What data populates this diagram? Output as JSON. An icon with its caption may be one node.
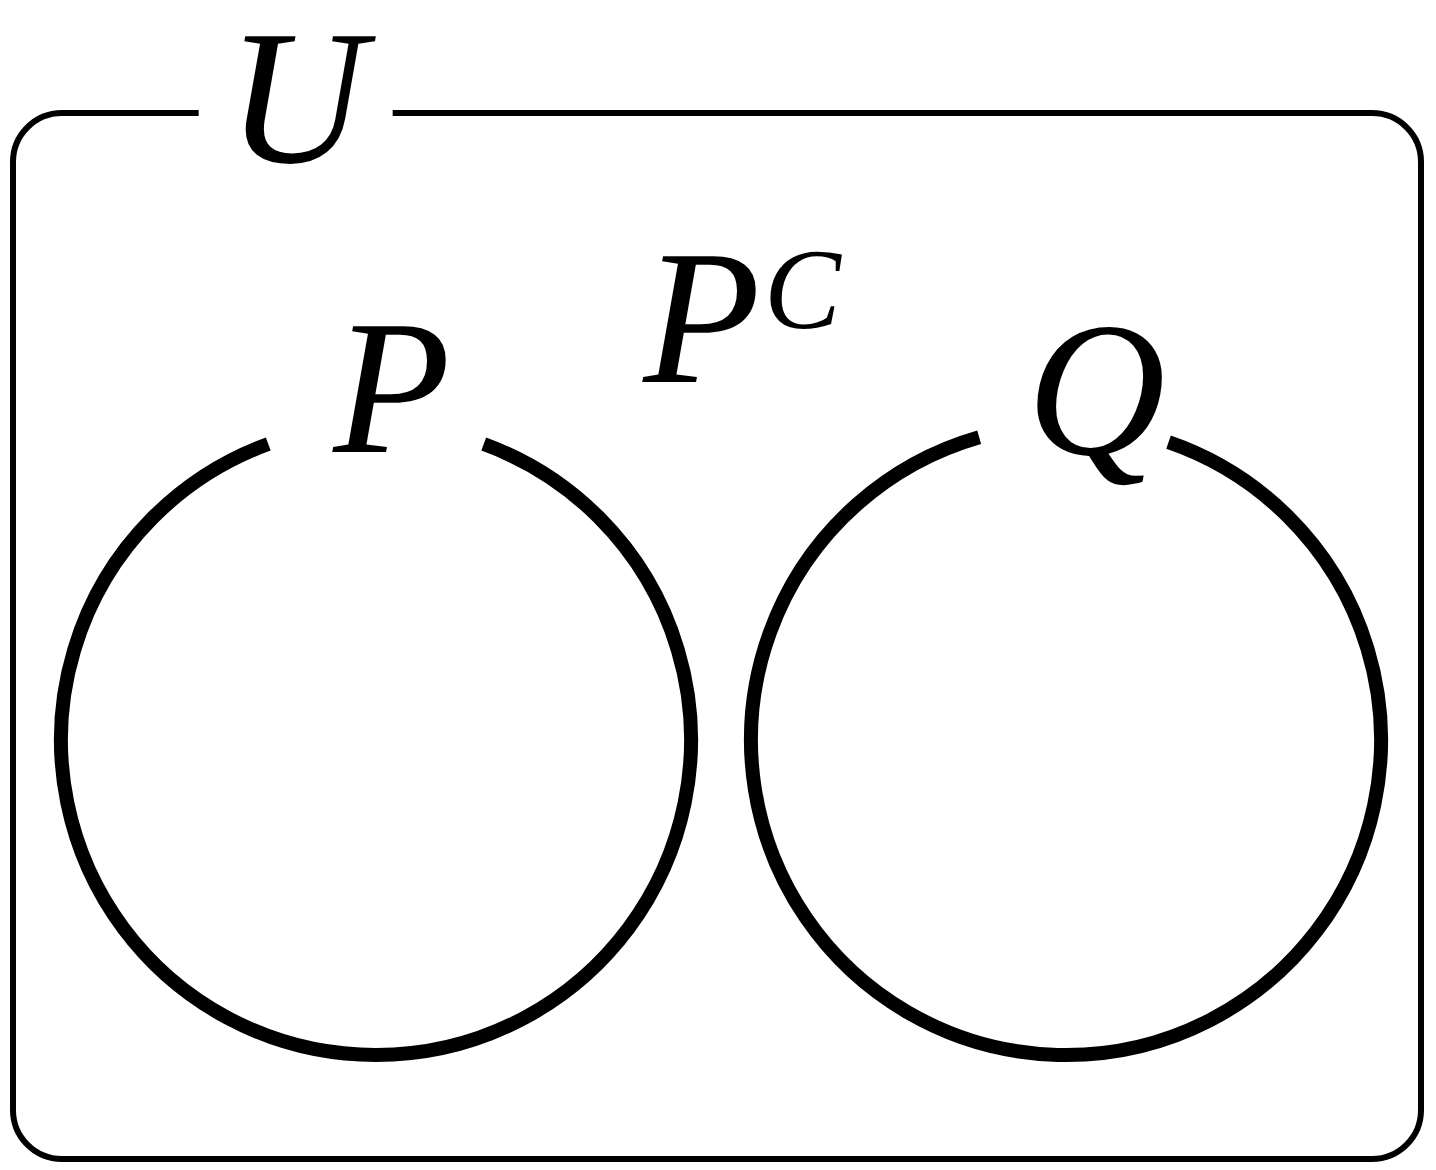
{
  "diagram": {
    "nodes": [
      {
        "text": [
          "U"
        ]
      },
      {
        "text": [
          "P"
        ],
        "in": 0
      },
      {
        "text": [
          "Q"
        ],
        "in": 0
      }
    ],
    "labels": [
      "P$^{C}$"
    ]
  }
}
